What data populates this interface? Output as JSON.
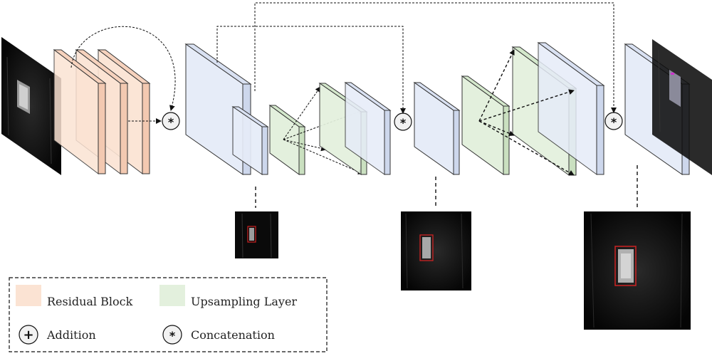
{
  "legend": {
    "residual_block": "Residual Block",
    "upsampling_layer": "Upsampling Layer",
    "addition": "Addition",
    "concatenation": "Concatenation",
    "addition_symbol": "+",
    "concatenation_symbol": "*"
  },
  "colors": {
    "residual": "#fbe3d3",
    "upsampling": "#e3f0dd",
    "conv": "#e6ecf8",
    "frame_border": "#222222",
    "box_outline": "#cc2222",
    "image_dark": "#0b0b0b"
  }
}
